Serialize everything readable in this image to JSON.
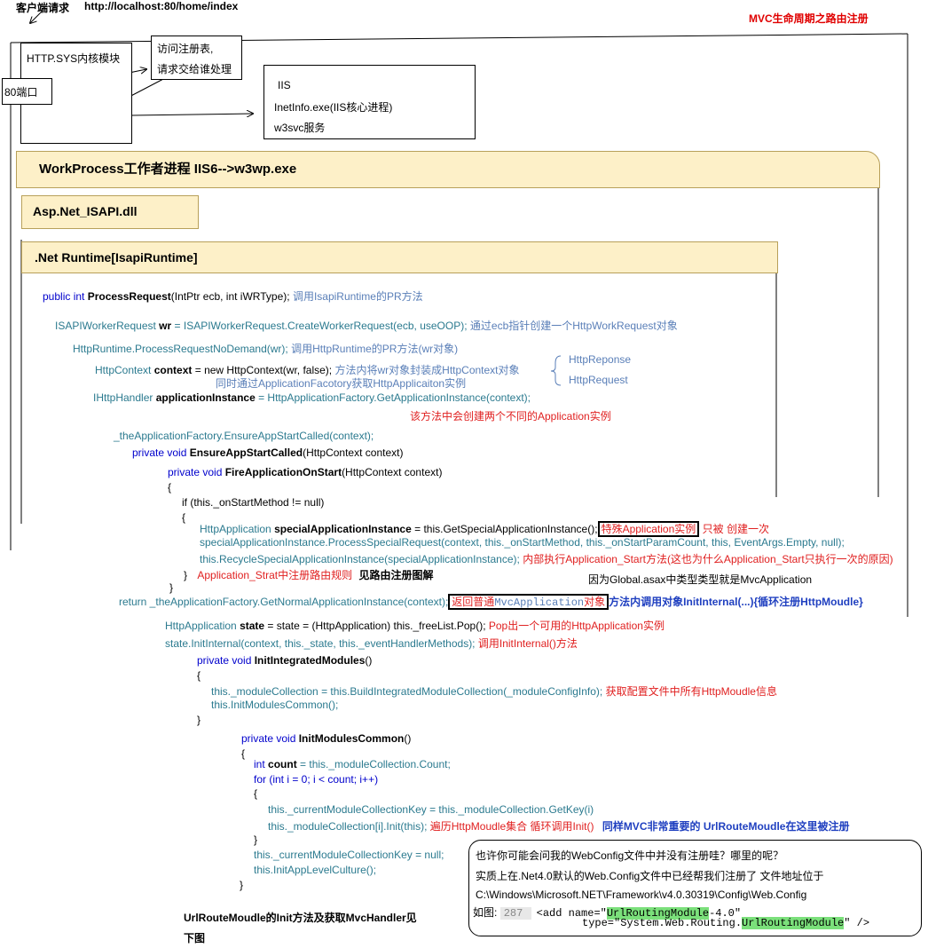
{
  "header": {
    "client_request": "客户端请求",
    "url": "http://localhost:80/home/index",
    "title": "MVC生命周期之路由注册"
  },
  "http_sys": {
    "label": "HTTP.SYS内核模块",
    "port": "80端口",
    "registry_note_line1": "访问注册表,",
    "registry_note_line2": "请求交给谁处理"
  },
  "iis": {
    "line1": "IIS",
    "line2": "InetInfo.exe(IIS核心进程)",
    "line3": "w3svc服务"
  },
  "workprocess": {
    "title": "WorkProcess工作者进程 IIS6-->w3wp.exe"
  },
  "isapi": {
    "title": "Asp.Net_ISAPI.dll"
  },
  "runtime": {
    "title": ".Net Runtime[IsapiRuntime]"
  },
  "code": {
    "l1_kw": "public int",
    "l1_name": "ProcessRequest",
    "l1_args": "(IntPtr ecb, int iWRType);",
    "l1_note": "调用IsapiRuntime的PR方法",
    "l2_type": "ISAPIWorkerRequest",
    "l2_var": "wr",
    "l2_rest": " = ISAPIWorkerRequest.CreateWorkerRequest(ecb, useOOP);",
    "l2_note": "通过ecb指针创建一个HttpWorkRequest对象",
    "l3_code": "HttpRuntime.ProcessRequestNoDemand(wr);",
    "l3_note": "调用HttpRuntime的PR方法(wr对象)",
    "l4_type": "HttpContext",
    "l4_var": "context",
    "l4_rest": " = new HttpContext(wr, false);",
    "l4_note": "方法内将wr对象封装成HttpContext对象",
    "l4_note2": "同时通过ApplicationFacotory获取HttpApplicaiton实例",
    "httpresponse": "HttpReponse",
    "httprequest": "HttpRequest",
    "l5_type": "IHttpHandler",
    "l5_var": "applicationInstance",
    "l5_rest": " = HttpApplicationFactory.GetApplicationInstance(context);",
    "l5_note": "该方法中会创建两个不同的Application实例",
    "l6_code": "_theApplicationFactory.EnsureAppStartCalled(context);",
    "l7_kw": "private void",
    "l7_name": "EnsureAppStartCalled",
    "l7_args": "(HttpContext context)",
    "l8_kw": "private void",
    "l8_name": "FireApplicationOnStart",
    "l8_args": "(HttpContext context)",
    "brace_open": "{",
    "brace_close": "}",
    "l9_code": "if (this._onStartMethod != null)",
    "l10_type": "HttpApplication",
    "l10_var": "specialApplicationInstance",
    "l10_rest": " = this.GetSpecialApplicationInstance();",
    "l10_box": "特殊Application实例",
    "l10_note": "只被 创建一次",
    "l11_code": "specialApplicationInstance.ProcessSpecialRequest(context, this._onStartMethod, this._onStartParamCount, this, EventArgs.Empty, null);",
    "l12_code": "this.RecycleSpecialApplicationInstance(specialApplicationInstance);",
    "l12_note": "内部执行Application_Start方法(这也为什么Application_Start只执行一次的原因)",
    "l13_note": "Application_Strat中注册路由规则",
    "l13_note2": "见路由注册图解",
    "global_note": "因为Global.asax中类型类型就是MvcApplication",
    "l14_code": "return _theApplicationFactory.GetNormalApplicationInstance(context);",
    "l14_box_a": "返回普通",
    "l14_box_b": "MvcApplication",
    "l14_box_c": "对象",
    "l14_note": "方法内调用对象InitInternal(...){循环注册HttpMoudle}",
    "l15_type": "HttpApplication",
    "l15_var": "state",
    "l15_rest": " = state = (HttpApplication) this._freeList.Pop();",
    "l15_note": "Pop出一个可用的HttpApplication实例",
    "l16_code": "state.InitInternal(context, this._state, this._eventHandlerMethods);",
    "l16_note": "调用InitInternal()方法",
    "l17_kw": "private void",
    "l17_name": "InitIntegratedModules",
    "l17_args": "()",
    "l18_code": "this._moduleCollection = this.BuildIntegratedModuleCollection(_moduleConfigInfo);",
    "l18_note": "获取配置文件中所有HttpMoudle信息",
    "l19_code": "this.InitModulesCommon();",
    "l20_kw": "private void",
    "l20_name": "InitModulesCommon",
    "l20_args": "()",
    "l21_kw": "int",
    "l21_var": "count",
    "l21_rest": " = this._moduleCollection.Count;",
    "l22_code": "for (int i = 0; i < count; i++)",
    "l23_code": "this._currentModuleCollectionKey = this._moduleCollection.GetKey(i)",
    "l24_code": "this._moduleCollection[i].Init(this);",
    "l24_note": "遍历HttpMoudle集合 循环调用Init()",
    "l24_note2": "同样MVC非常重要的 UrlRouteMoudle在这里被注册",
    "l25_code": "this._currentModuleCollectionKey = null;",
    "l26_code": "this.InitAppLevelCulture();"
  },
  "footer": {
    "line1": "UrlRouteMoudle的Init方法及获取MvcHandler见",
    "line2": "下图"
  },
  "callout": {
    "line1": "也许你可能会问我的WebConfig文件中并没有注册哇？哪里的呢？",
    "line2": "实质上在.Net4.0默认的Web.Config文件中已经帮我们注册了 文件地址位于",
    "line3": "C:\\Windows\\Microsoft.NET\\Framework\\v4.0.30319\\Config\\Web.Config",
    "fig_label": "如图:",
    "line_no": "287",
    "xml_line1_a": "<add name=\"",
    "xml_line1_b": "UrlRoutingModule",
    "xml_line1_c": "-4.0\"",
    "xml_line2_a": "type=\"System.Web.Routing.",
    "xml_line2_b": "UrlRoutingModule",
    "xml_line2_c": "\" />"
  }
}
